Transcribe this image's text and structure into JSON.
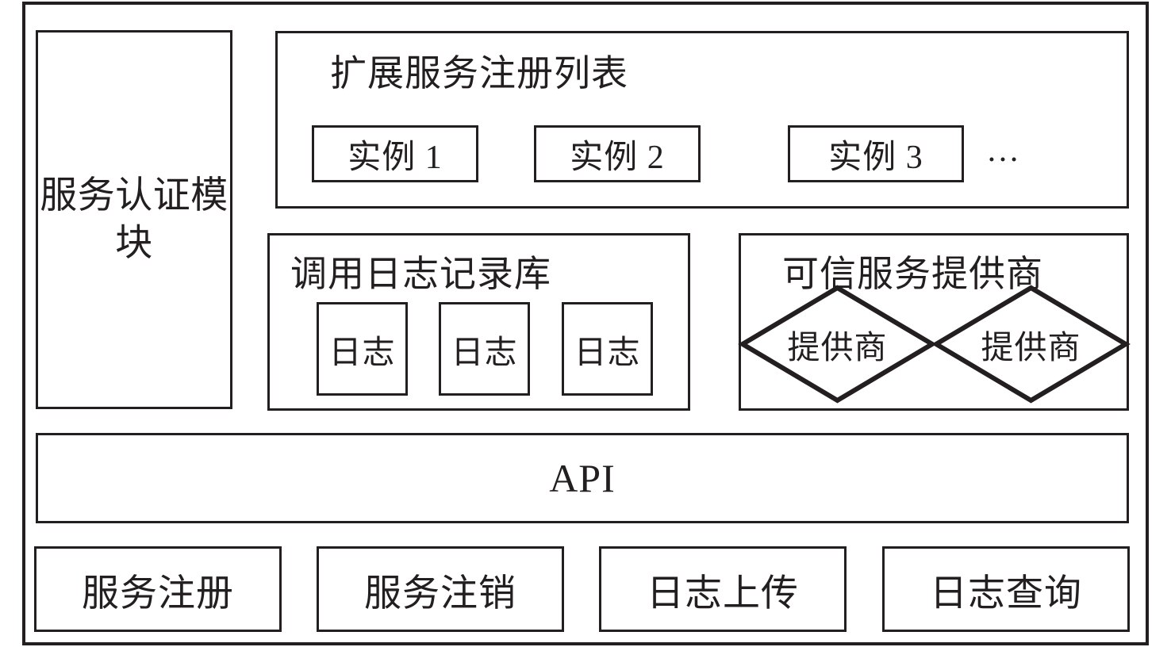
{
  "diagram": {
    "type": "architecture-block-diagram",
    "stroke_color": "#231f20",
    "background_color": "#ffffff"
  },
  "auth_module": {
    "label": "服务认证模块"
  },
  "registry": {
    "title": "扩展服务注册列表",
    "instances": [
      {
        "label": "实例 1"
      },
      {
        "label": "实例 2"
      },
      {
        "label": "实例 3"
      }
    ],
    "ellipsis": "…"
  },
  "log_repository": {
    "title": "调用日志记录库",
    "entries": [
      {
        "label": "日志"
      },
      {
        "label": "日志"
      },
      {
        "label": "日志"
      }
    ]
  },
  "trusted_providers": {
    "title": "可信服务提供商",
    "providers": [
      {
        "label": "提供商"
      },
      {
        "label": "提供商"
      }
    ]
  },
  "api_bar": {
    "label": "API"
  },
  "actions": [
    {
      "label": "服务注册"
    },
    {
      "label": "服务注销"
    },
    {
      "label": "日志上传"
    },
    {
      "label": "日志查询"
    }
  ]
}
